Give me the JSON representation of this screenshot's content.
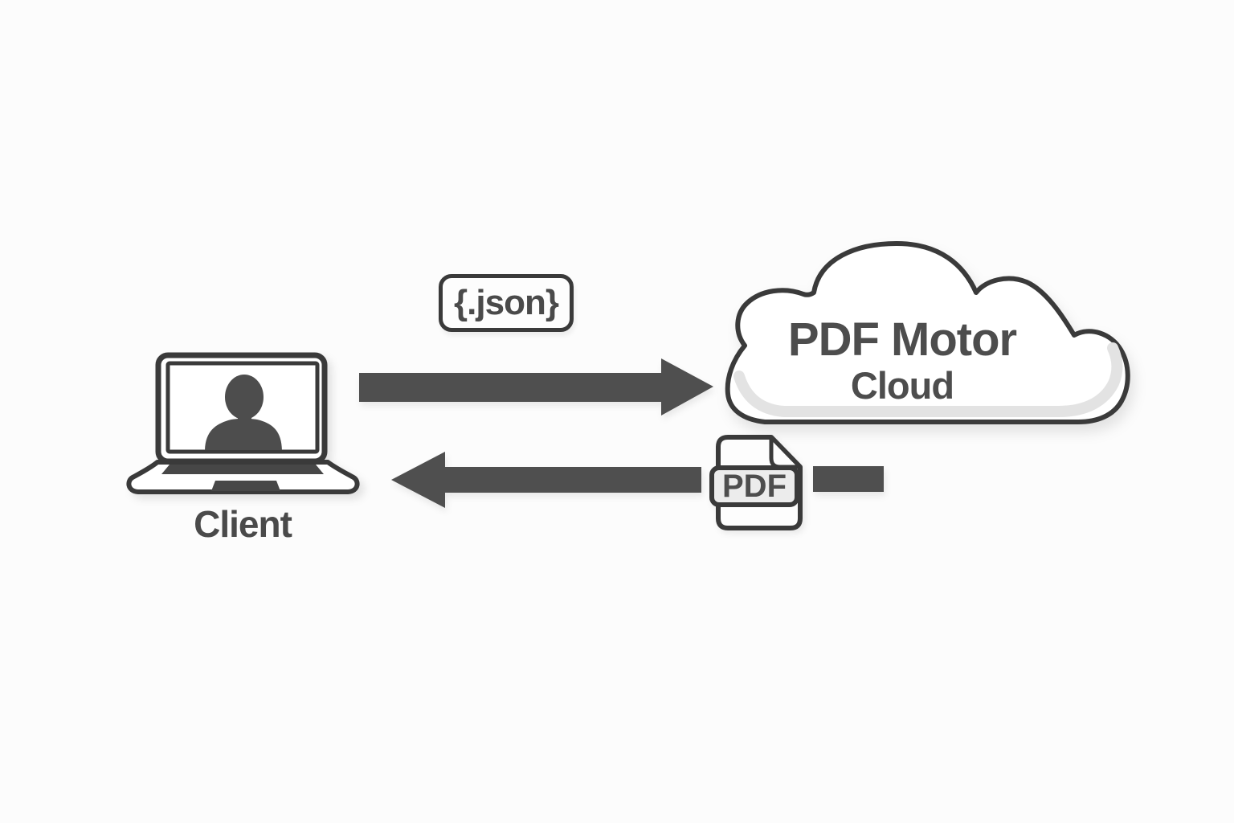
{
  "diagram": {
    "client": {
      "label": "Client"
    },
    "request_badge": {
      "label": "{.json}"
    },
    "cloud": {
      "title": "PDF Motor",
      "subtitle": "Cloud"
    },
    "pdf_file": {
      "label": "PDF"
    },
    "colors": {
      "outline": "#3a3a3a",
      "arrow_fill": "#4f4f4f",
      "text": "#4a4a4a",
      "pdf_band_fill": "#ececec",
      "cloud_inner_shadow": "#e3e3e3",
      "background": "#fcfcfc"
    }
  }
}
